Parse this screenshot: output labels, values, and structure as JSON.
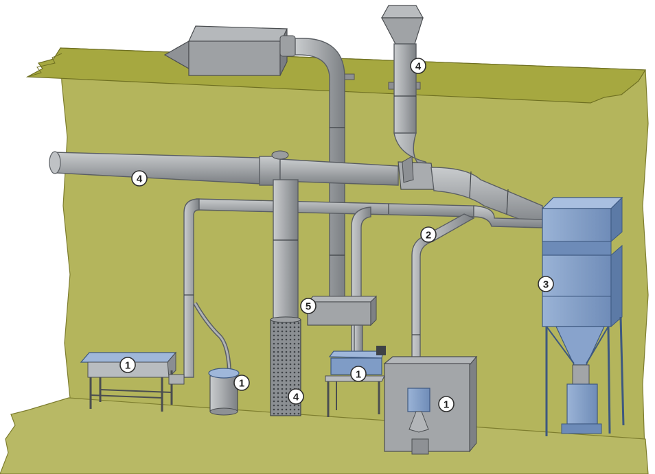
{
  "colors": {
    "wall": "#b3b45a",
    "wall_dark": "#8d8d3a",
    "ceiling": "#a5a83f",
    "duct": "#a6a9ad",
    "duct_dark": "#7d8185",
    "duct_light": "#c3c6c9",
    "equipment_blue": "#7f9cc6",
    "equipment_blue_dark": "#5c7aa6",
    "cabinet": "#9a9c9f"
  },
  "callouts": [
    {
      "id": "callout-workbench-left",
      "label": "1"
    },
    {
      "id": "callout-drum",
      "label": "1"
    },
    {
      "id": "callout-workbench-center",
      "label": "1"
    },
    {
      "id": "callout-cabinet-hood",
      "label": "1"
    },
    {
      "id": "callout-branch-duct",
      "label": "2"
    },
    {
      "id": "callout-dust-collector",
      "label": "3"
    },
    {
      "id": "callout-main-duct",
      "label": "4"
    },
    {
      "id": "callout-exhaust-stack",
      "label": "4"
    },
    {
      "id": "callout-perforated-stack",
      "label": "4"
    },
    {
      "id": "callout-hood-box",
      "label": "5"
    }
  ]
}
